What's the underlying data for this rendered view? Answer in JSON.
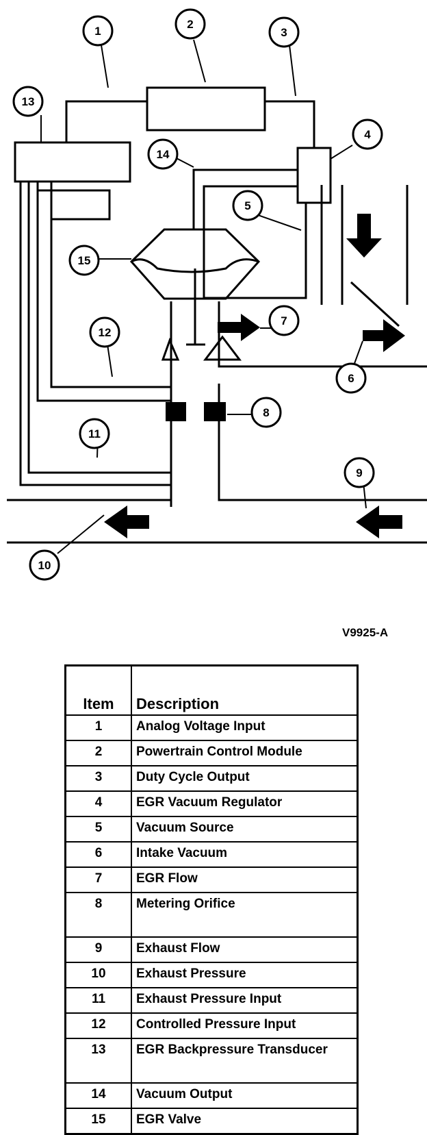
{
  "callouts": [
    "1",
    "2",
    "3",
    "4",
    "5",
    "6",
    "7",
    "8",
    "9",
    "10",
    "11",
    "12",
    "13",
    "14",
    "15"
  ],
  "figure_id": "V9925-A",
  "legend": {
    "headers": {
      "item": "Item",
      "description": "Description"
    },
    "rows": [
      {
        "item": "1",
        "description": "Analog Voltage Input"
      },
      {
        "item": "2",
        "description": "Powertrain Control Module"
      },
      {
        "item": "3",
        "description": "Duty Cycle Output"
      },
      {
        "item": "4",
        "description": "EGR Vacuum Regulator"
      },
      {
        "item": "5",
        "description": "Vacuum Source"
      },
      {
        "item": "6",
        "description": "Intake Vacuum"
      },
      {
        "item": "7",
        "description": "EGR Flow"
      },
      {
        "item": "8",
        "description": "Metering Orifice"
      },
      {
        "item": "9",
        "description": "Exhaust Flow"
      },
      {
        "item": "10",
        "description": "Exhaust Pressure"
      },
      {
        "item": "11",
        "description": "Exhaust Pressure Input"
      },
      {
        "item": "12",
        "description": "Controlled Pressure Input"
      },
      {
        "item": "13",
        "description": "EGR Backpressure Transducer"
      },
      {
        "item": "14",
        "description": "Vacuum Output"
      },
      {
        "item": "15",
        "description": "EGR Valve"
      }
    ]
  }
}
